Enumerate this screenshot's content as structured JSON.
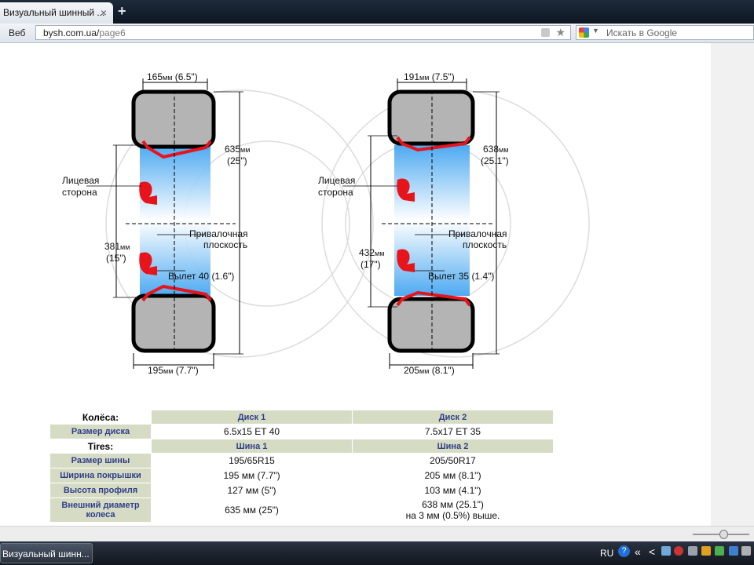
{
  "browser": {
    "tab_title": "Визуальный шинный ...",
    "tab_close": "×",
    "new_tab": "+",
    "nav_label": "Веб",
    "url_domain": "bysh.com.ua/",
    "url_path": "page6",
    "search_placeholder": "Искать в Google"
  },
  "diagram": {
    "left": {
      "top_width": "165",
      "top_width_in": "(6.5\")",
      "diameter": "635",
      "diameter_in": "(25\")",
      "rim": "381",
      "rim_in": "(15\")",
      "offset_label": "Вылет 40",
      "offset_in": "(1.6\")",
      "bottom_width": "195",
      "bottom_width_in": "(7.7\")"
    },
    "right": {
      "top_width": "191",
      "top_width_in": "(7.5\")",
      "diameter": "638",
      "diameter_in": "(25.1\")",
      "rim": "432",
      "rim_in": "(17\")",
      "offset_label": "Вылет 35",
      "offset_in": "(1.4\")",
      "bottom_width": "205",
      "bottom_width_in": "(8.1\")"
    },
    "unit": "мм",
    "face_label_1": "Лицевая",
    "face_label_2": "сторона",
    "mount_label_1": "Привалочная",
    "mount_label_2": "плоскость"
  },
  "table": {
    "wheels_label": "Колёса:",
    "disk1": "Диск 1",
    "disk2": "Диск 2",
    "disk_size_label": "Размер диска",
    "disk_size_1": "6.5x15 ET 40",
    "disk_size_2": "7.5x17 ET 35",
    "tires_label": "Tires:",
    "tire1": "Шина 1",
    "tire2": "Шина 2",
    "rows": [
      {
        "label": "Размер шины",
        "v1": "195/65R15",
        "v2": "205/50R17"
      },
      {
        "label": "Ширина покрышки",
        "v1": "195 мм (7.7\")",
        "v2": "205 мм (8.1\")"
      },
      {
        "label": "Высота профиля",
        "v1": "127 мм (5\")",
        "v2": "103 мм (4.1\")"
      }
    ],
    "outer_label_1": "Внешний диаметр",
    "outer_label_2": "колеса",
    "outer_v1": "635 мм (25\")",
    "outer_v2_line1": "638 мм (25.1\")",
    "outer_v2_line2": "на 3 мм (0.5%) выше."
  },
  "taskbar": {
    "task_title": "Визуальный шинн...",
    "lang": "RU",
    "help": "?",
    "chevron": "«",
    "arrow": "<"
  },
  "colors": {
    "rim_red": "#e8141b",
    "tire_gray": "#b4b4b4",
    "header_bg": "#d6dcc4",
    "header_text": "#2f3e8a"
  }
}
